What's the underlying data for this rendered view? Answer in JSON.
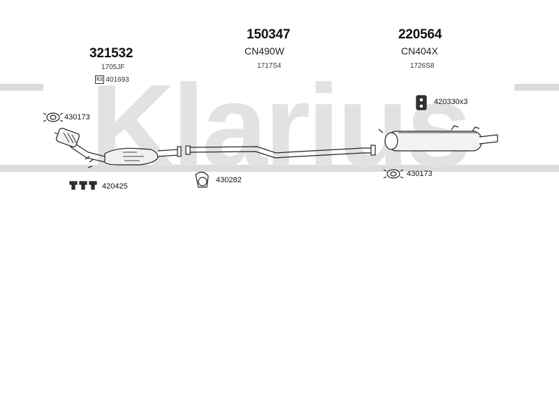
{
  "watermark": {
    "brand": "Klarius",
    "color": "#d8d8d8"
  },
  "sections": {
    "front": {
      "part_number": "321532",
      "ref_code": "1705JF",
      "kit_label": "Kit",
      "kit_number": "401693"
    },
    "center": {
      "part_number": "150347",
      "model_code": "CN490W",
      "ref_code": "1717S4"
    },
    "rear": {
      "part_number": "220564",
      "model_code": "CN404X",
      "ref_code": "1726S8"
    }
  },
  "accessories": {
    "clamp_left": "430173",
    "bracket_left": "420425",
    "clamp_center": "430282",
    "mount_rear": "420330x3",
    "clamp_right": "430173"
  }
}
